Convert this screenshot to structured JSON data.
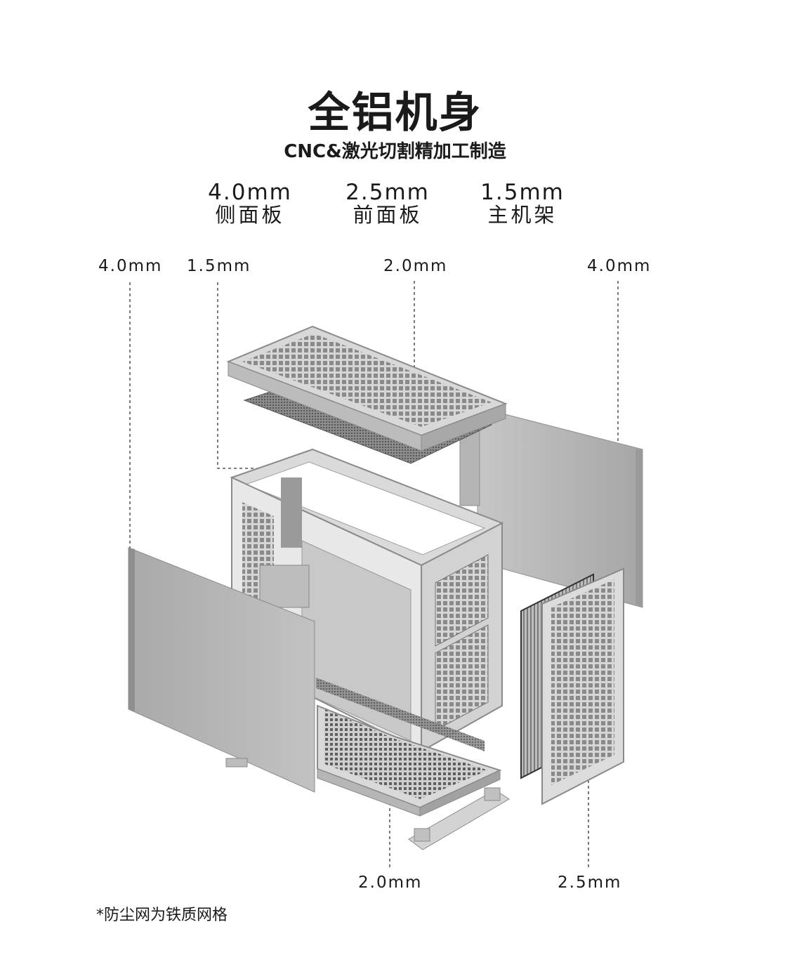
{
  "heading": {
    "title": "全铝机身",
    "subtitle": "CNC&激光切割精加工制造"
  },
  "specs": [
    {
      "value": "4.0mm",
      "name": "侧面板"
    },
    {
      "value": "2.5mm",
      "name": "前面板"
    },
    {
      "value": "1.5mm",
      "name": "主机架"
    }
  ],
  "callouts": {
    "left_panel": "4.0mm",
    "frame": "1.5mm",
    "top_cover": "2.0mm",
    "right_panel": "4.0mm",
    "bottom_filter": "2.0mm",
    "front_panel": "2.5mm"
  },
  "footnote": "*防尘网为铁质网格",
  "colors": {
    "text": "#1a1a1a",
    "aluminum": "#b9b9b9",
    "mesh_dark": "#6e6e6e"
  }
}
